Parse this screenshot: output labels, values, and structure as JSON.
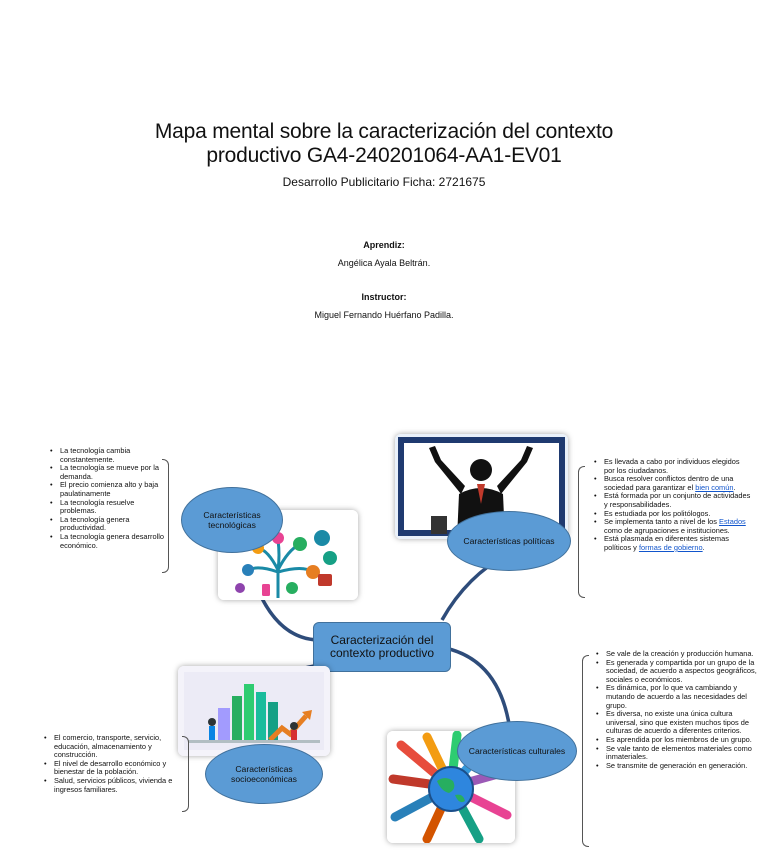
{
  "header": {
    "title_line1": "Mapa mental sobre la caracterización del contexto",
    "title_line2": "productivo GA4-240201064-AA1-EV01",
    "subtitle": "Desarrollo Publicitario Ficha: 2721675",
    "apprentice_label": "Aprendiz:",
    "apprentice_name": "Angélica Ayala Beltrán.",
    "instructor_label": "Instructor:",
    "instructor_name": "Miguel Fernando Huérfano Padilla."
  },
  "map": {
    "center": "Caracterización del contexto productivo",
    "tech": {
      "title": "Características tecnológicas",
      "items": [
        "La tecnología cambia constantemente.",
        "La tecnología se mueve por la demanda.",
        "El precio comienza alto y baja paulatinamente",
        "La tecnología resuelve problemas.",
        "La tecnología genera productividad.",
        "La tecnología genera desarrollo económico."
      ]
    },
    "politic": {
      "title": "Características políticas",
      "items": [
        "Es llevada a cabo por individuos elegidos por los ciudadanos.",
        "Busca resolver conflictos dentro de una sociedad para garantizar el",
        "Está formada por un conjunto de actividades y responsabilidades.",
        "Es estudiada por los politólogos.",
        "Se implementa tanto a nivel de los",
        "Está plasmada en diferentes sistemas políticos y"
      ],
      "link_bien_comun": "bien común",
      "link_estados": "Estados",
      "estados_suffix": "como de agrupaciones e instituciones.",
      "link_formas": "formas de gobierno",
      "period": "."
    },
    "socio": {
      "title": "Características socioeconómicas",
      "items": [
        "El comercio, transporte, servicio, educación, almacenamiento y construcción.",
        "El nivel de desarrollo económico y bienestar de la población.",
        "Salud, servicios públicos, vivienda e ingresos familiares."
      ]
    },
    "cultural": {
      "title": "Características culturales",
      "items": [
        "Se vale de la creación y producción humana.",
        "Es generada y compartida por un grupo de la sociedad, de acuerdo a aspectos geográficos, sociales o económicos.",
        "Es dinámica, por lo que va cambiando y mutando de acuerdo a las necesidades del grupo.",
        "Es diversa, no existe una única cultura universal, sino que existen muchos tipos de culturas de acuerdo a diferentes criterios.",
        "Es aprendida por los miembros de un grupo.",
        "Se vale tanto de elementos materiales como inmateriales.",
        "Se transmite de generación en generación."
      ]
    }
  },
  "colors": {
    "oval_fill": "#5b9bd5",
    "oval_border": "#41719c",
    "connector": "#2e4c7a",
    "link": "#1155cc"
  },
  "icons": [
    "technology-apps-icon",
    "politician-silhouette-icon",
    "business-growth-icon",
    "hands-globe-icon"
  ]
}
